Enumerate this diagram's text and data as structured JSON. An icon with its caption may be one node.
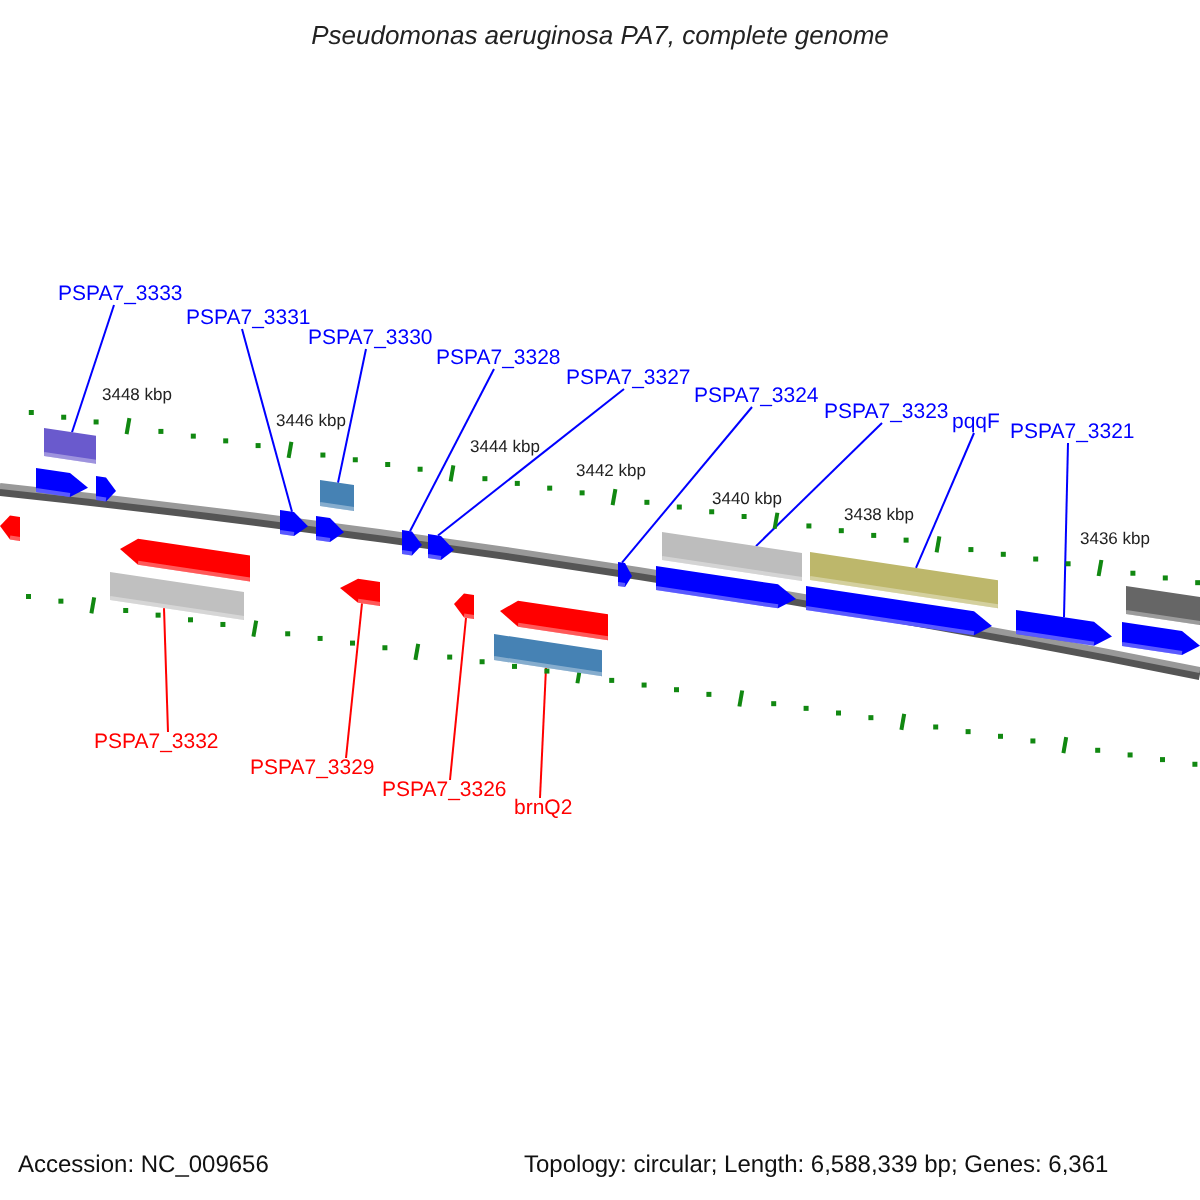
{
  "diagram": {
    "title": "Pseudomonas aeruginosa PA7, complete genome",
    "nodes": [
      {
        "text": [
          "PSPA7_3333"
        ]
      },
      {
        "text": [
          "PSPA7_3331"
        ]
      },
      {
        "text": [
          "PSPA7_3330"
        ]
      },
      {
        "text": [
          "PSPA7_3328"
        ]
      },
      {
        "text": [
          "PSPA7_3327"
        ]
      },
      {
        "text": [
          "PSPA7_3324"
        ]
      },
      {
        "text": [
          "PSPA7_3323"
        ]
      },
      {
        "text": [
          "pqqF"
        ]
      },
      {
        "text": [
          "PSPA7_3321"
        ]
      },
      {
        "text": [
          "PSPA7_3332"
        ]
      },
      {
        "text": [
          "PSPA7_3329"
        ]
      },
      {
        "text": [
          "PSPA7_3326"
        ]
      },
      {
        "text": [
          "brnQ2"
        ]
      },
      {
        "text": [],
        "shape": "arrow"
      },
      {
        "text": [],
        "shape": "arrow"
      },
      {
        "text": [],
        "shape": "bar"
      },
      {
        "text": [],
        "shape": "arrow"
      },
      {
        "text": [],
        "shape": "bar"
      },
      {
        "text": [],
        "shape": "arrow"
      },
      {
        "text": [],
        "shape": "arrow"
      },
      {
        "text": [],
        "shape": "arrow"
      },
      {
        "text": [],
        "shape": "bar"
      },
      {
        "text": [],
        "shape": "arrow"
      },
      {
        "text": [],
        "shape": "arrow"
      },
      {
        "text": [],
        "shape": "arrow"
      },
      {
        "text": [],
        "shape": "arrow"
      },
      {
        "text": [],
        "shape": "bar"
      },
      {
        "text": [],
        "shape": "arrow"
      },
      {
        "text": [],
        "shape": "arrow"
      },
      {
        "text": [],
        "shape": "arrow"
      },
      {
        "text": [],
        "shape": "bar"
      },
      {
        "text": [],
        "shape": "arrow"
      },
      {
        "text": [],
        "shape": "bar"
      },
      {
        "text": [],
        "shape": "arrow"
      },
      {
        "text": [],
        "shape": "arrow"
      },
      {
        "text": [],
        "shape": "bar"
      }
    ],
    "edges": [
      {
        "from": 0,
        "to": 15,
        "arrow": "none"
      },
      {
        "from": 1,
        "to": 19,
        "arrow": "none"
      },
      {
        "from": 2,
        "to": 21,
        "arrow": "none"
      },
      {
        "from": 3,
        "to": 23,
        "arrow": "none"
      },
      {
        "from": 4,
        "to": 24,
        "arrow": "none"
      },
      {
        "from": 5,
        "to": 28,
        "arrow": "none"
      },
      {
        "from": 6,
        "to": 30,
        "arrow": "none"
      },
      {
        "from": 7,
        "to": 32,
        "arrow": "none"
      },
      {
        "from": 8,
        "to": 33,
        "arrow": "none"
      },
      {
        "from": 9,
        "to": 17,
        "arrow": "none",
        "color": "#ff0000"
      },
      {
        "from": 10,
        "to": 22,
        "arrow": "none",
        "color": "#ff0000"
      },
      {
        "from": 11,
        "to": 25,
        "arrow": "none",
        "color": "#ff0000"
      },
      {
        "from": 12,
        "to": 26,
        "arrow": "none",
        "color": "#ff0000"
      }
    ],
    "labels": [
      "3448 kbp",
      "3446 kbp",
      "3444 kbp",
      "3442 kbp",
      "3440 kbp",
      "3438 kbp",
      "3436 kbp",
      "Accession: NC_009656",
      "Topology: circular; Length: 6,588,339 bp; Genes: 6,361"
    ]
  }
}
